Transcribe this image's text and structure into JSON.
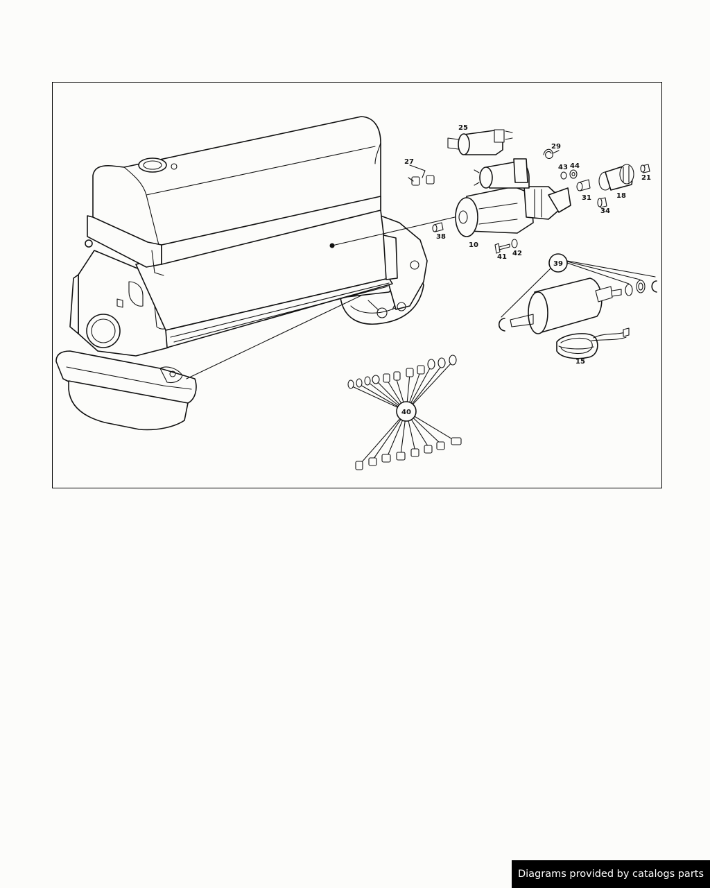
{
  "callouts": {
    "c10": "10",
    "c15": "15",
    "c18": "18",
    "c21": "21",
    "c25": "25",
    "c27": "27",
    "c29": "29",
    "c31": "31",
    "c34": "34",
    "c38": "38",
    "c39": "39",
    "c40": "40",
    "c41": "41",
    "c42": "42",
    "c43": "43",
    "c44": "44"
  },
  "footer": {
    "credit": "Diagrams provided by catalogs parts"
  }
}
